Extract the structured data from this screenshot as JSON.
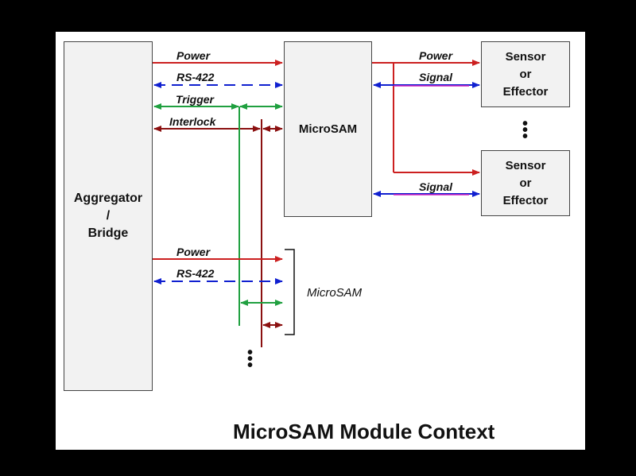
{
  "boxes": {
    "aggregator": "Aggregator\n/\nBridge",
    "microsam": "MicroSAM",
    "sensor_top": "Sensor\nor\nEffector",
    "sensor_bottom": "Sensor\nor\nEffector"
  },
  "labels": {
    "power_top": "Power",
    "rs422_top": "RS-422",
    "trigger": "Trigger",
    "interlock": "Interlock",
    "power_right": "Power",
    "signal_top": "Signal",
    "signal_bottom": "Signal",
    "power_lower": "Power",
    "rs422_lower": "RS-422",
    "microsam_group": "MicroSAM"
  },
  "caption": "MicroSAM Module Context",
  "colors": {
    "power": "#cc2020",
    "data": "#1020d0",
    "trigger": "#20a040",
    "interlock": "#8b1010",
    "signal_magenta": "#d020c0",
    "box_fill": "#f2f2f2"
  }
}
